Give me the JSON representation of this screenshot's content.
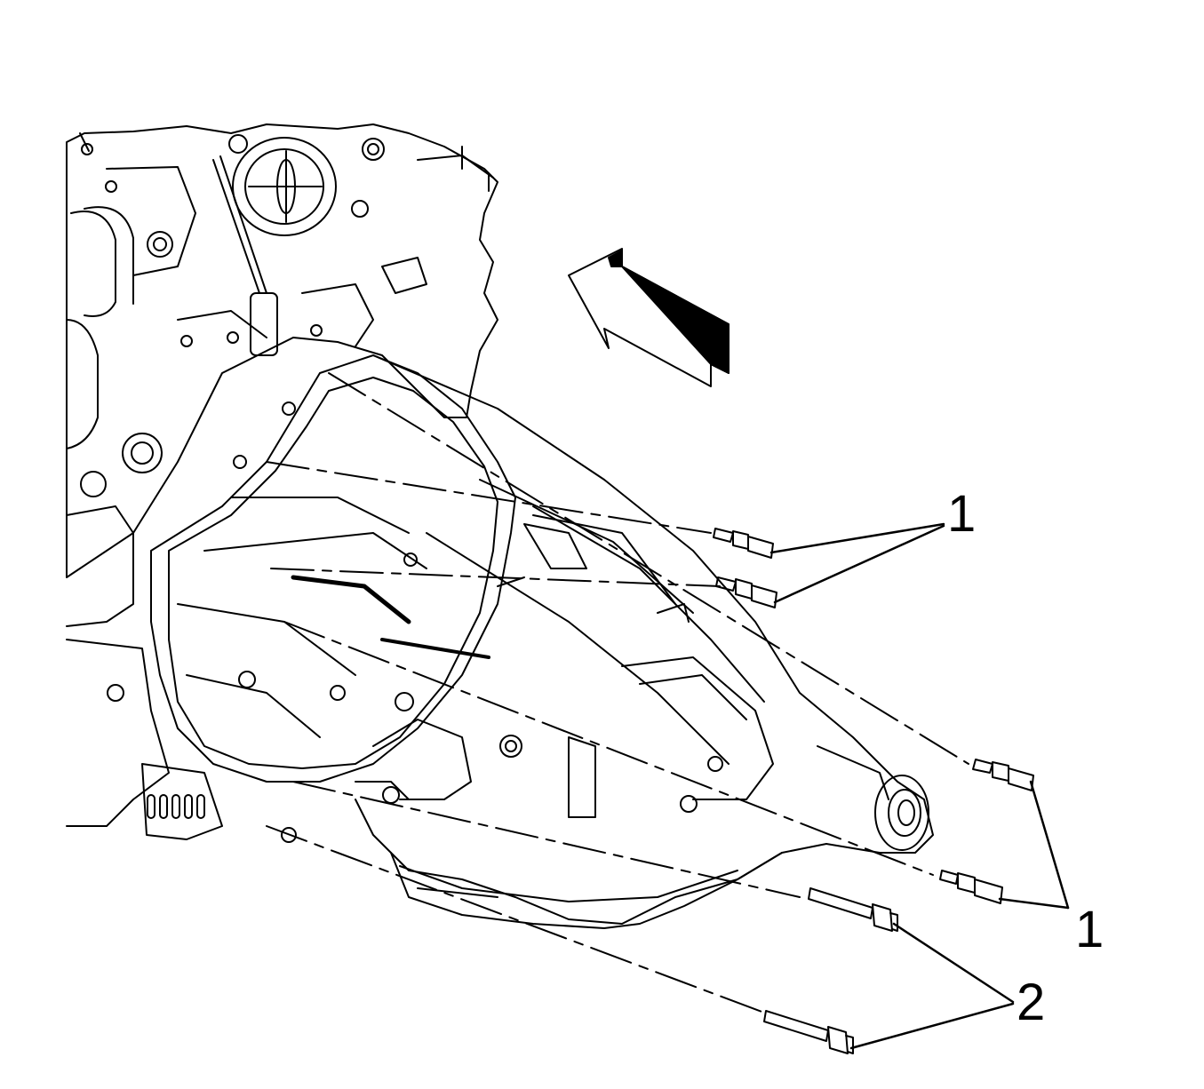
{
  "diagram": {
    "callouts": [
      {
        "id": "upper-studs",
        "label": "1"
      },
      {
        "id": "lower-studs",
        "label": "1"
      },
      {
        "id": "lower-bolts",
        "label": "2"
      }
    ],
    "arrow": {
      "meaning": "direction-toward-engine"
    },
    "colors": {
      "line": "#000000",
      "background": "#ffffff"
    }
  }
}
